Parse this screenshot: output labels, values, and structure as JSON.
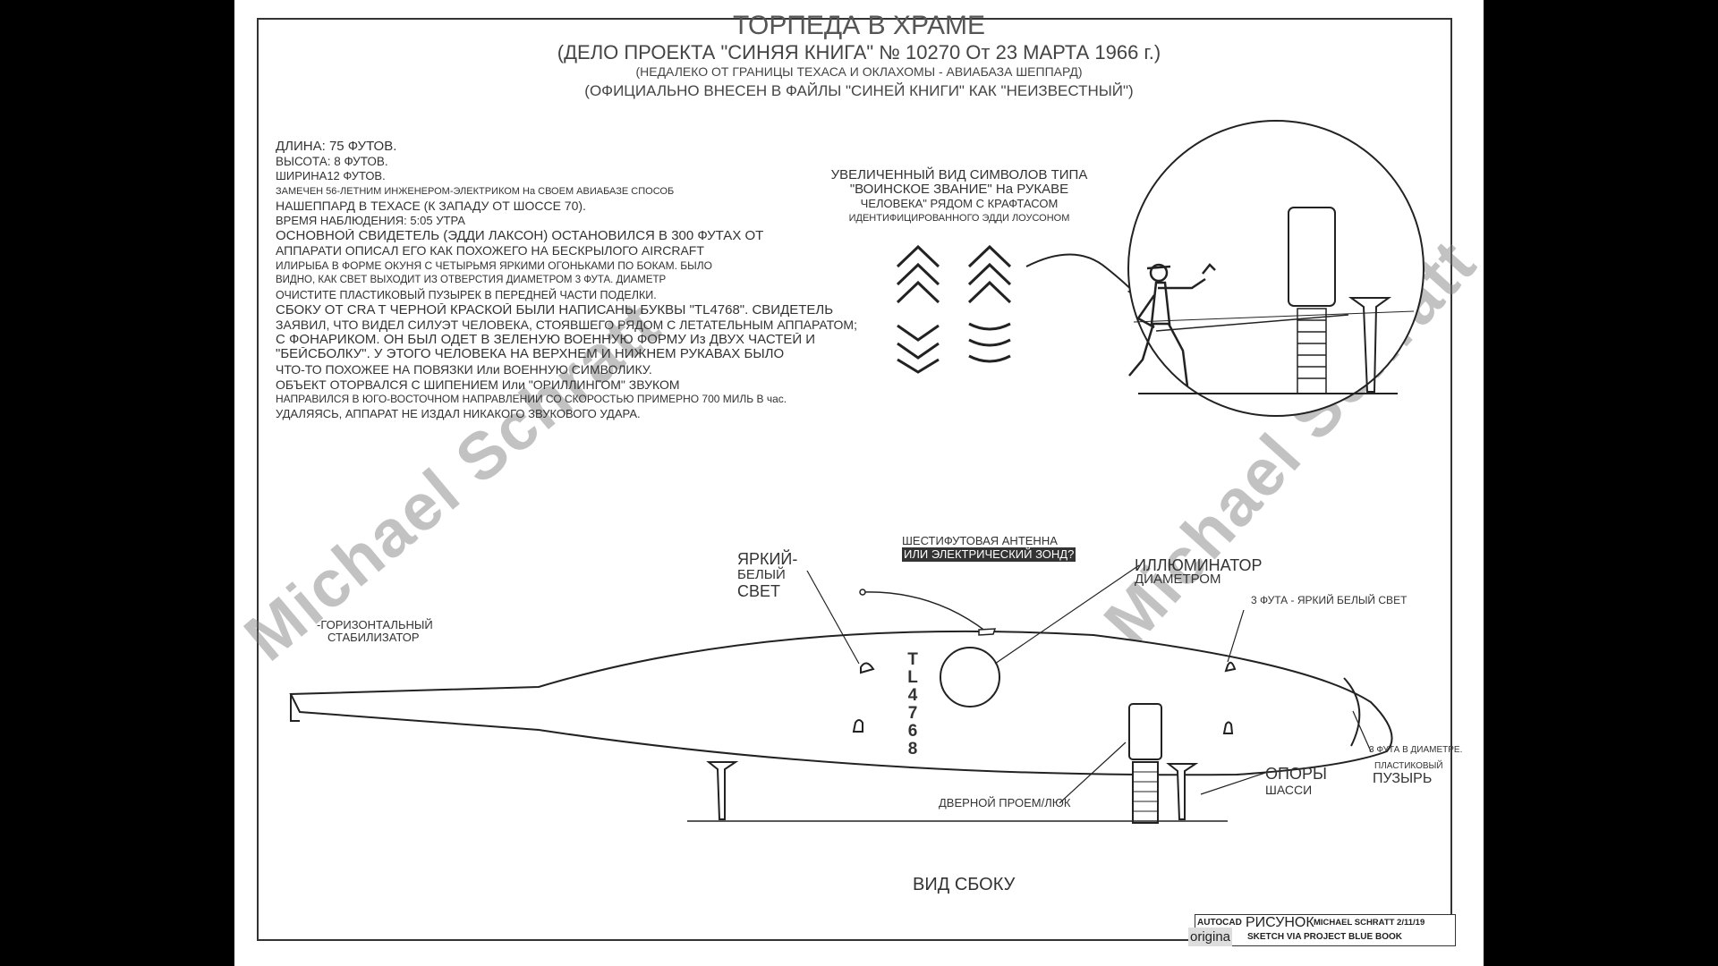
{
  "title": {
    "main": "ТОРПЕДА В ХРАМЕ",
    "line1": "(ДЕЛО ПРОЕКТА \"СИНЯЯ КНИГА\" № 10270 От 23 МАРТА 1966 г.)",
    "line2": "(НЕДАЛЕКО ОТ ГРАНИЦЫ ТЕХАСА И ОКЛАХОМЫ - АВИАБАЗА ШЕППАРД)",
    "line3": "(ОФИЦИАЛЬНО ВНЕСЕН В ФАЙЛЫ \"СИНЕЙ КНИГИ\" КАК \"НЕИЗВЕСТНЫЙ\")"
  },
  "notes": [
    "ДЛИНА: 75 ФУТОВ.",
    "ВЫСОТА: 8 ФУТОВ.",
    "ШИРИНА12 ФУТОВ.",
    "ЗАМЕЧЕН 56-ЛЕТНИМ ИНЖЕНЕРОМ-ЭЛЕКТРИКОМ На СВОЕМ АВИАБАЗЕ СПОСОБ",
    "НАШЕППАРД В ТЕХАСЕ (К ЗАПАДУ ОТ ШОССЕ 70).",
    "ВРЕМЯ НАБЛЮДЕНИЯ: 5:05 УТРА",
    "ОСНОВНОЙ СВИДЕТЕЛЬ (ЭДДИ ЛАКСОН) ОСТАНОВИЛСЯ В 300 ФУТАХ ОТ",
    "АППАРАТИ ОПИСАЛ ЕГО КАК ПОХОЖЕГО НА БЕСКРЫЛОГО AIRCRAFT",
    "ИЛИРЫБА В ФОРМЕ ОКУНЯ С ЧЕТЫРЬМЯ ЯРКИМИ ОГОНЬКАМИ ПО БОКАМ. БЫЛО",
    "ВИДНО, КАК СВЕТ ВЫХОДИТ ИЗ ОТВЕРСТИЯ ДИАМЕТРОМ 3 ФУТА. ДИАМЕТР",
    "ОЧИСТИТЕ ПЛАСТИКОВЫЙ ПУЗЫРЕК В ПЕРЕДНЕЙ ЧАСТИ ПОДЕЛКИ.",
    "СБОКУ ОТ CRA T ЧЕРНОЙ КРАСКОЙ БЫЛИ НАПИСАНЫ БУКВЫ \"TL4768\". СВИДЕТЕЛЬ",
    "ЗАЯВИЛ, ЧТО ВИДЕЛ СИЛУЭТ ЧЕЛОВЕКА, СТОЯВШЕГО РЯДОМ С ЛЕТАТЕЛЬНЫМ АППАРАТОМ;",
    "С ФОНАРИКОМ. ОН БЫЛ ОДЕТ В ЗЕЛЕНУЮ ВОЕННУЮ ФОРМУ Из ДВУХ ЧАСТЕЙ И",
    "\"БЕЙСБОЛКУ\". У ЭТОГО ЧЕЛОВЕКА НА ВЕРХНЕМ И НИЖНЕМ РУКАВАХ БЫЛО",
    "ЧТО-ТО ПОХОЖЕЕ НА ПОВЯЗКИ Или ВОЕННУЮ СИМВОЛИКУ.",
    "ОБЪЕКТ ОТОРВАЛСЯ С ШИПЕНИЕМ Или \"ОРИЛЛИНГОМ\" ЗВУКОМ",
    "НАПРАВИЛСЯ В ЮГО-ВОСТОЧНОМ НАПРАВЛЕНИИ СО СКОРОСТЬЮ ПРИМЕРНО 700 МИЛЬ В час.",
    "УДАЛЯЯСЬ, АППАРАТ НЕ ИЗДАЛ НИКАКОГО ЗВУКОВОГО УДАРА."
  ],
  "enlarged": {
    "line1": "УВЕЛИЧЕННЫЙ ВИД СИМВОЛОВ ТИПА",
    "line2": "\"ВОИНСКОЕ ЗВАНИЕ\" На РУКАВЕ",
    "line3": "ЧЕЛОВЕКА\" РЯДОМ С КРАФТАСОМ",
    "line4": "ИДЕНТИФИЦИРОВАННОГО ЭДДИ ЛОУСОНОМ"
  },
  "labels": {
    "bright1": "ЯРКИЙ-",
    "bright2": "БЕЛЫЙ",
    "bright3": "СВЕТ",
    "antenna1": "ШЕСТИФУТОВАЯ АНТЕННА",
    "antenna2": "ИЛИ ЭЛЕКТРИЧЕСКИЙ ЗОНД?",
    "porthole1": "ИЛЛЮМИНАТОР",
    "porthole2": "ДИАМЕТРОМ",
    "light3ft": "3 ФУТА - ЯРКИЙ БЕЛЫЙ СВЕТ",
    "stab1": "-ГОРИЗОНТАЛЬНЫЙ",
    "stab2": "СТАБИЛИЗАТОР",
    "bubble1": "3 ФУТА В ДИАМЕТРЕ.",
    "bubble2": "ПЛАСТИКОВЫЙ",
    "bubble3": "ПУЗЫРЬ",
    "gear1": "ОПОРЫ",
    "gear2": "ШАССИ",
    "door": "ДВЕРНОЙ ПРОЕМ/ЛЮК",
    "view": "ВИД СБОКУ",
    "registration": [
      "T",
      "L",
      "4",
      "7",
      "6",
      "8"
    ]
  },
  "watermark": "Michael Schratt",
  "stamp": {
    "autocad": "AUTOCAD",
    "risunok": "РИСУНОК",
    "author": "MICHAEL SCHRATT 2/11/19",
    "sketch": "SKETCH VIA PROJECT BLUE BOOK",
    "orig": "origina"
  }
}
